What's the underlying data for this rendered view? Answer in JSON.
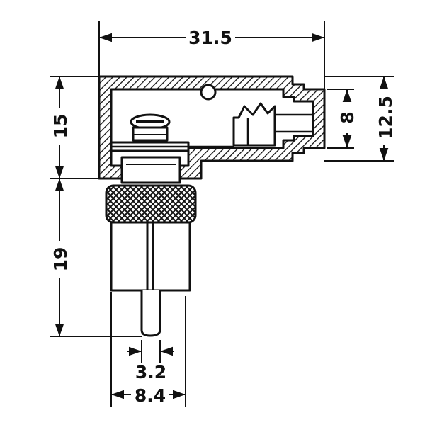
{
  "dimensions": {
    "overall_width": "31.5",
    "body_height": "15",
    "plug_length": "19",
    "nose_outer": "12.5",
    "nose_inner": "8",
    "pin_diameter": "3.2",
    "sleeve_diameter": "8.4"
  }
}
